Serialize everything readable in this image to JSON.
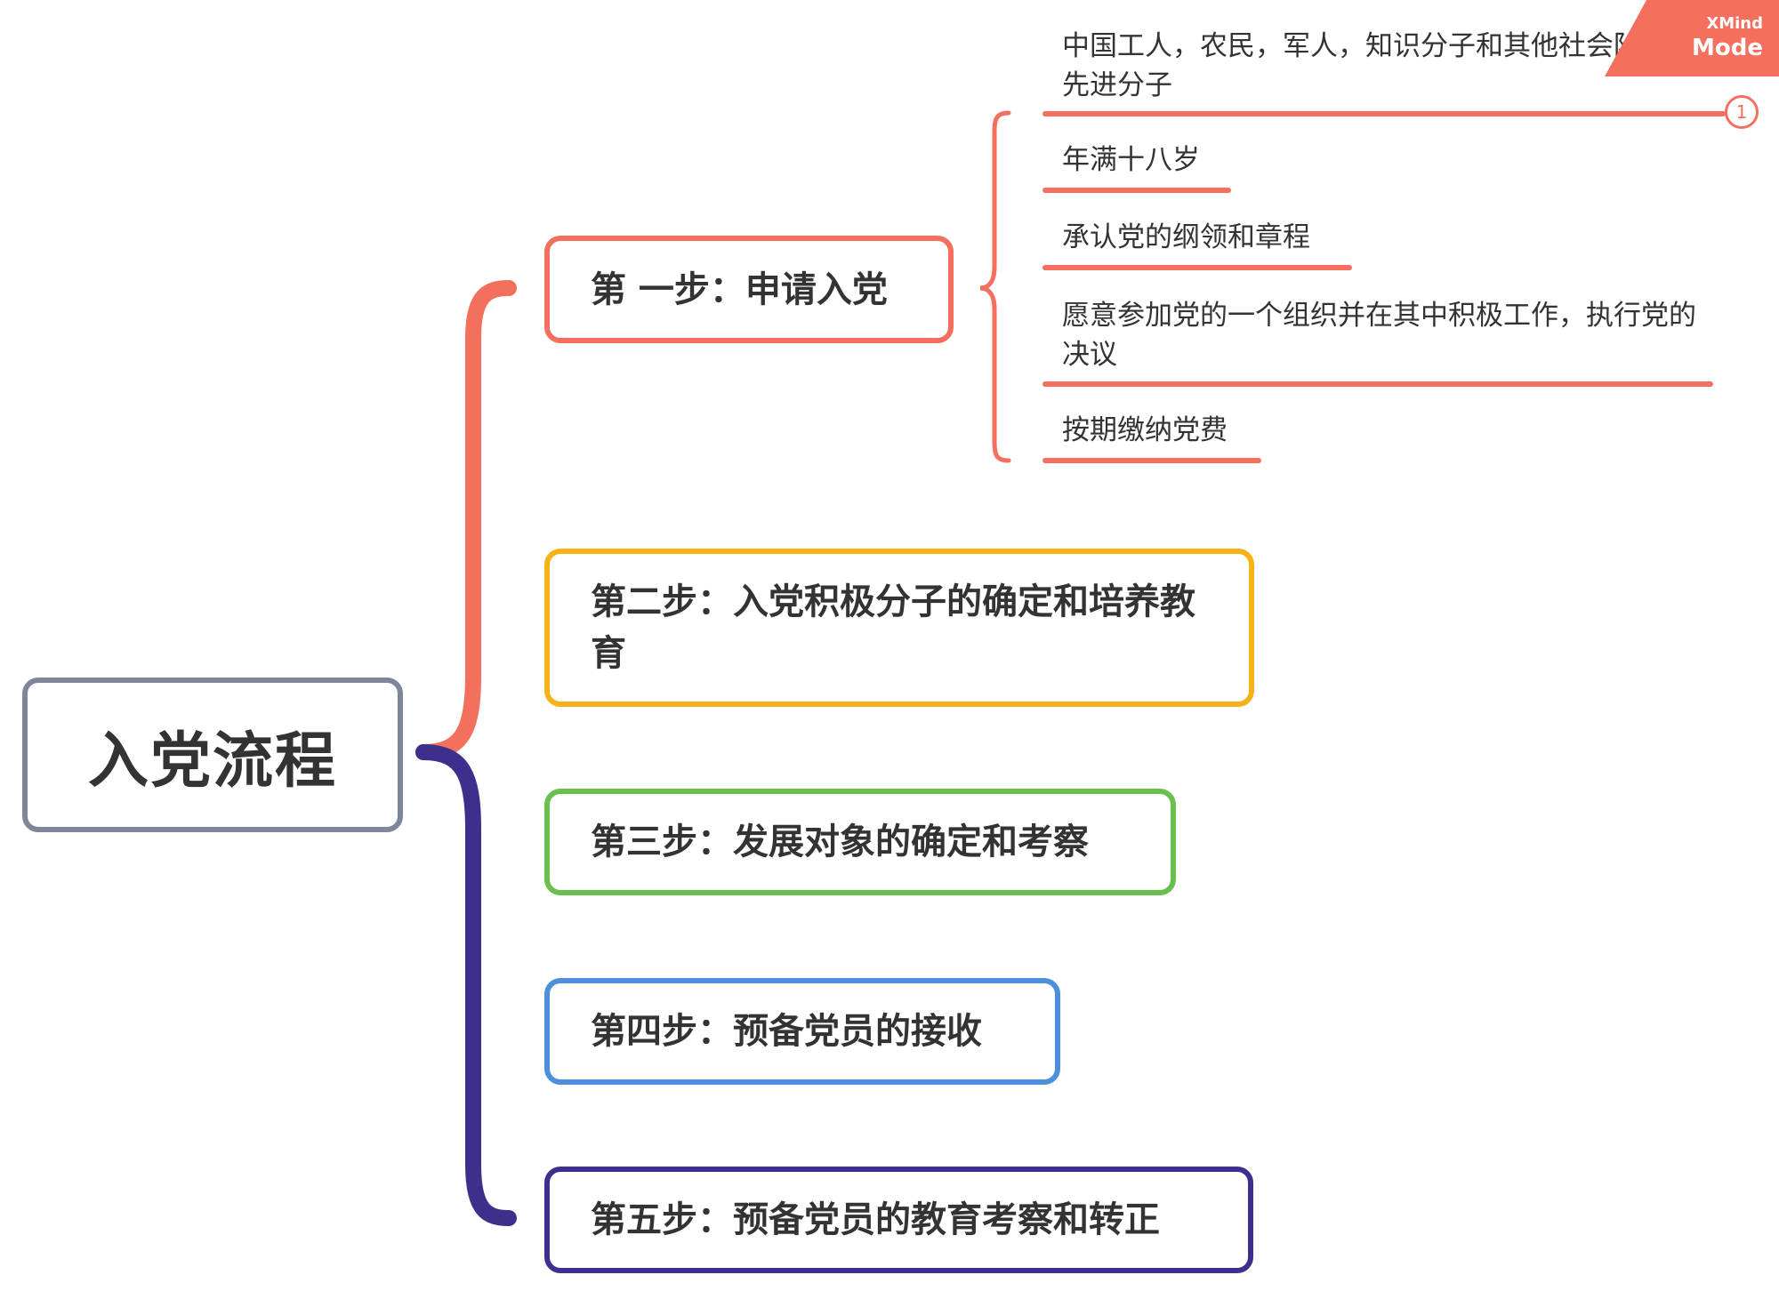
{
  "root": {
    "label": "入党流程",
    "border_color": "#7e8799"
  },
  "steps": [
    {
      "label": "第 一步：申请入党",
      "color": "#f46f5e"
    },
    {
      "label": "第二步：入党积极分子的确定和培养教育",
      "color": "#f7b217"
    },
    {
      "label": "第三步：发展对象的确定和考察",
      "color": "#6abf4f"
    },
    {
      "label": "第四步：预备党员的接收",
      "color": "#4d8fdb"
    },
    {
      "label": "第五步：预备党员的教育考察和转正",
      "color": "#3f2f8c"
    }
  ],
  "step1_children": [
    {
      "label": "中国工人，农民，军人，知识分子和其他社会阶层的先进分子",
      "badge": "1"
    },
    {
      "label": "年满十八岁"
    },
    {
      "label": "承认党的纲领和章程"
    },
    {
      "label": "愿意参加党的一个组织并在其中积极工作，执行党的决议"
    },
    {
      "label": "按期缴纳党费"
    }
  ],
  "connector_colors": {
    "upper": "#f46f5e",
    "lower": "#3f2f8c"
  },
  "watermark": {
    "line1": "XMind",
    "line2": "Mode",
    "color": "#f46f5e"
  }
}
